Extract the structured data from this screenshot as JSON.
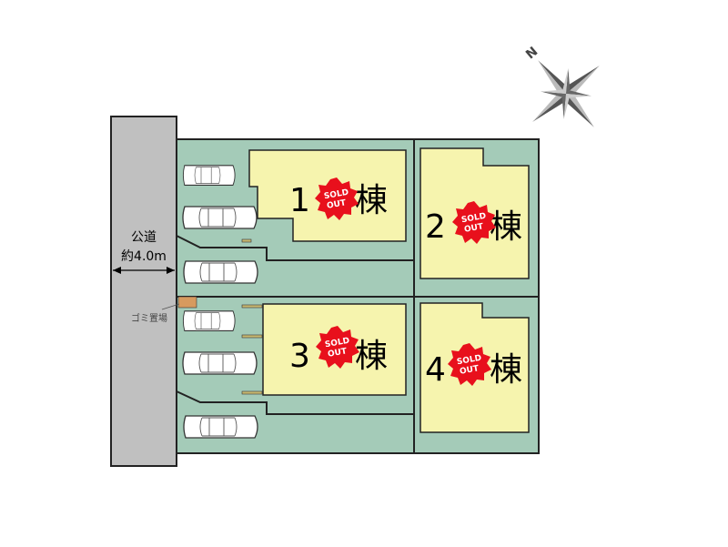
{
  "road": {
    "name": "公道",
    "width": "約4.0m"
  },
  "garbage": {
    "label": "ゴミ置場"
  },
  "lots": [
    {
      "number": "1",
      "suffix": "棟",
      "status": "SOLD OUT"
    },
    {
      "number": "2",
      "suffix": "棟",
      "status": "SOLD OUT"
    },
    {
      "number": "3",
      "suffix": "棟",
      "status": "SOLD OUT"
    },
    {
      "number": "4",
      "suffix": "棟",
      "status": "SOLD OUT"
    }
  ],
  "sold": {
    "line1": "SOLD",
    "line2": "OUT"
  },
  "compass": {
    "north": "N"
  },
  "colors": {
    "site": "#a4cbb8",
    "building": "#f6f4ae",
    "road": "#c0c0c0",
    "sold": "#e8101c",
    "garbage": "#d79a5e"
  }
}
